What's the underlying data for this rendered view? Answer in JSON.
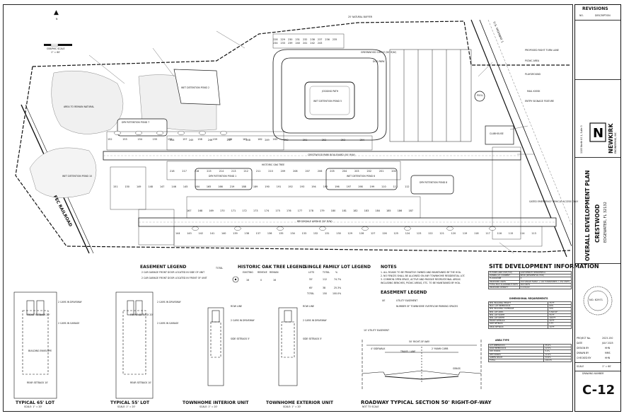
{
  "title_block": {
    "revisions_header": "REVISIONS",
    "rev_col1": "NO.",
    "rev_col2": "DESCRIPTION",
    "firm": "NEWKIRK",
    "firm_sub": "ENGINEERING, INC.",
    "firm_address": "1105 North US 1, Suite 3",
    "sheet_title": "OVERALL DEVELOPMENT PLAN",
    "project_name": "CRESTWOOD",
    "project_sub": "EDGEWATER, FL 32132",
    "stamp_no": "NO. 62971",
    "project_no": "2023-150",
    "date": "JULY 2025",
    "design_by": "HHN",
    "drawn_by": "MMS",
    "checked_by": "HHN",
    "scale": "1\" = 60'",
    "drawing_number_label": "DRAWING NUMBER",
    "drawing_number": "C-12",
    "labels": {
      "project_no": "PROJECT No.",
      "date": "DATE",
      "design_by": "DESIGN BY",
      "drawn_by": "DRAWN BY",
      "checked_by": "CHECKED BY",
      "scale": "SCALE"
    }
  },
  "plan": {
    "north_label": "N",
    "graphic_scale": "GRAPHIC SCALE",
    "scale_note": "1\" = 60'",
    "railroad": "FEC RAILROAD",
    "us1": "U.S. HIGHWAY 1",
    "boulevard": "CRESTWOOD PARK BOULEVARD (50' R/W)",
    "brookdale": "BROOKDALE AVENUE (50' R/W)",
    "greenwood": "GREENWOOD CIRCLE (50' R/W)",
    "labels": {
      "area_remain": "AREA TO REMAIN NATURAL",
      "wet_pond_2": "WET DETENTION POND 2",
      "wet_pond_3": "WET DETENTION POND 3",
      "wet_pond_5": "WET DETENTION POND 5",
      "wet_pond_6": "WET DETENTION POND 6",
      "wet_pond_10": "WET DETENTION POND 10",
      "dry_pond_1": "DRY RETENTION POND 1",
      "dry_pond_7": "DRY RETENTION POND 7",
      "dry_pond_8": "DRY RETENTION POND 8",
      "dog_park": "DOG PARK",
      "pool": "POOL",
      "clubhouse": "CLUBHOUSE",
      "playground": "PLAYGROUND",
      "jogging": "JOGGING PATH",
      "buffer": "25' NATURAL BUFFER",
      "picnic": "PICNIC AREA",
      "mail": "MAIL KIOSK",
      "turn_lane": "PROPOSED RIGHT TURN LANE",
      "sign": "ENTRY SIGNAGE FEATURE",
      "oak": "HISTORIC OAK TREE",
      "gated": "GATED EMERGENCY VEHICLE ACCESS ONLY"
    },
    "lot_rows": [
      [
        "152",
        "153",
        "154",
        "155",
        "156",
        "157",
        "158",
        "159",
        "160",
        "161",
        "162",
        "163"
      ],
      [
        "244",
        "245",
        "246",
        "247",
        "248",
        "249",
        "250",
        "251",
        "252",
        "253",
        "254"
      ],
      [
        "218",
        "217",
        "216",
        "215",
        "214",
        "213",
        "212",
        "211",
        "210",
        "209",
        "208",
        "207",
        "206",
        "205",
        "204",
        "203",
        "202",
        "201",
        "200"
      ],
      [
        "167",
        "168",
        "169",
        "170",
        "171",
        "172",
        "173",
        "174",
        "175",
        "176",
        "177",
        "178",
        "179",
        "180",
        "181",
        "182",
        "183",
        "184",
        "185",
        "186",
        "187"
      ],
      [
        "144",
        "143",
        "142",
        "141",
        "140",
        "139",
        "138",
        "137",
        "136",
        "135",
        "134",
        "133",
        "132",
        "131",
        "130",
        "129",
        "128",
        "127",
        "126",
        "125",
        "124",
        "123",
        "122",
        "121",
        "120",
        "119",
        "118",
        "117",
        "116",
        "115",
        "114",
        "113"
      ],
      [
        "228",
        "229",
        "230",
        "231",
        "232",
        "238",
        "237",
        "236",
        "235",
        "234",
        "233",
        "239",
        "240",
        "241",
        "242",
        "243"
      ],
      [
        "151",
        "150",
        "149",
        "148",
        "147",
        "146",
        "145",
        "164",
        "165",
        "166",
        "219",
        "188",
        "189",
        "190",
        "191",
        "192",
        "193",
        "194",
        "195",
        "196",
        "197",
        "198",
        "199",
        "110",
        "111",
        "112"
      ]
    ],
    "lot_widths": [
      "55'",
      "65'"
    ]
  },
  "legends": {
    "easement_legend": "EASEMENT LEGEND",
    "easement_rows": [
      {
        "label": "2 CAR GARAGE FRONT DOOR LOCATED IN SIDE OF UNIT",
        "total": "TOTAL",
        "pct": "%"
      },
      {
        "label": "2 CAR GARAGE FRONT DOOR LOCATED IN FRONT OF UNIT",
        "total": "",
        "pct": ""
      }
    ],
    "oak_legend": "HISTORIC OAK TREE LEGEND",
    "oak_cols": [
      "EXISTING",
      "REMOVE",
      "REMAIN"
    ],
    "oak_values": [
      "16",
      "0",
      "16"
    ],
    "sf_legend": "SINGLE FAMILY LOT LEGEND",
    "sf_cols": [
      "LOTS",
      "TOTAL",
      "%"
    ],
    "sf_rows": [
      {
        "lot": "55'",
        "total": "112",
        "pct": "74.7%"
      },
      {
        "lot": "65'",
        "total": "38",
        "pct": "25.3%"
      },
      {
        "lot": "TOTAL",
        "total": "150",
        "pct": "100.0%"
      }
    ],
    "notes_title": "NOTES",
    "notes": [
      "1. ALL ROADS TO BE PRIVATELY OWNED AND MAINTAINED BY THE HOA.",
      "2. NO FENCES SHALL BE ALLOWED ON ANY TOWNHOME RESIDENTIAL LOT.",
      "3. COMMON OPEN SPACE, ACTIVE AND PASSIVE RECREATIONAL AREAS",
      "   INCLUDING BENCHES, PICNIC AREAS, ETC. TO BE MAINTAINED BY HOA."
    ],
    "easement_legend2": "EASEMENT LEGEND",
    "ue": "UE",
    "ue_desc": "UTILITY EASEMENT",
    "twn_note": "NUMBER OF TOWNHOME OVERFLOW PARKING SPACES"
  },
  "site_data": {
    "title": "SITE DEVELOPMENT INFORMATION",
    "rows": [
      [
        "FUTURE LAND USE (FLU)",
        "LOW DENSITY RESIDENTIAL"
      ],
      [
        "ZONING (#) CURRENT",
        "RPUD (RESIDENTIAL PUD)"
      ],
      [
        "FLOODZONE",
        "X"
      ],
      [
        "PROPOSED UNITS",
        "150 SINGLE FAMILY + 102 TOWNHOMES = 252 UNITS"
      ],
      [
        "TOTAL MAX ALLOWABLE UNITS",
        "260 UNITS"
      ],
      [
        "PROPOSED DENSITY",
        "3.4 DU/AC"
      ]
    ],
    "dim_title": "DIMENSIONAL REQUIREMENTS",
    "dim_rows": [
      [
        "MIN. BUILDING HEIGHT",
        "35 FT"
      ],
      [
        "MAX. LOT IMPERVIOUS",
        "60%"
      ],
      [
        "MIN. BUILDING COVERAGE",
        "50%"
      ],
      [
        "MIN. LOT AREA",
        "5,500 SF"
      ],
      [
        "MIN. LOT WIDTH",
        "55 FT"
      ],
      [
        "MIN. LOT DEPTH",
        "100 FT"
      ],
      [
        "FRONT SETBACK",
        "20 FT"
      ],
      [
        "SIDE SETBACK",
        "5 FT"
      ],
      [
        "REAR SETBACK",
        "10 FT"
      ]
    ],
    "area_title": "AREA TYPE",
    "area_rows": [
      [
        "LOT IMPERVIOUS",
        "35.0%"
      ],
      [
        "ROW IMPERVIOUS",
        "12.5%"
      ],
      [
        "DRY PONDS",
        "5.2%"
      ],
      [
        "WET PONDS",
        "12.4%"
      ],
      [
        "GREEN SPACE",
        "34.9%"
      ],
      [
        "TOTAL",
        "100.0%"
      ]
    ]
  },
  "details": {
    "typ65": "TYPICAL 65' LOT",
    "typ55": "TYPICAL 55' LOT",
    "twn_int": "TOWNHOME INTERIOR UNIT",
    "twn_ext": "TOWNHOME EXTERIOR UNIT",
    "roadway": "ROADWAY TYPICAL SECTION 50' RIGHT-OF-WAY",
    "scale_1_20": "SCALE: 1\" = 20'",
    "nts": "NOT TO SCALE",
    "lbl_front": "FRONT SETBACK 20'",
    "lbl_rear": "REAR SETBACK 10'",
    "lbl_side": "SIDE SETBACK 5'",
    "lbl_cars": "2 CARS IN DRIVEWAY",
    "lbl_garage": "2 CARS IN GARAGE",
    "lbl_env": "BUILDING ENVELOPE",
    "lbl_row": "ROW LINE",
    "lbl_sidewalk": "4' SIDEWALK",
    "lbl_travel": "TRAVEL LANE",
    "lbl_curb": "2' MIAMI CURB",
    "lbl_grass": "GRASS",
    "lbl_rw": "50' RIGHT-OF-WAY",
    "lbl_ue": "10' UTILITY EASEMENT"
  }
}
